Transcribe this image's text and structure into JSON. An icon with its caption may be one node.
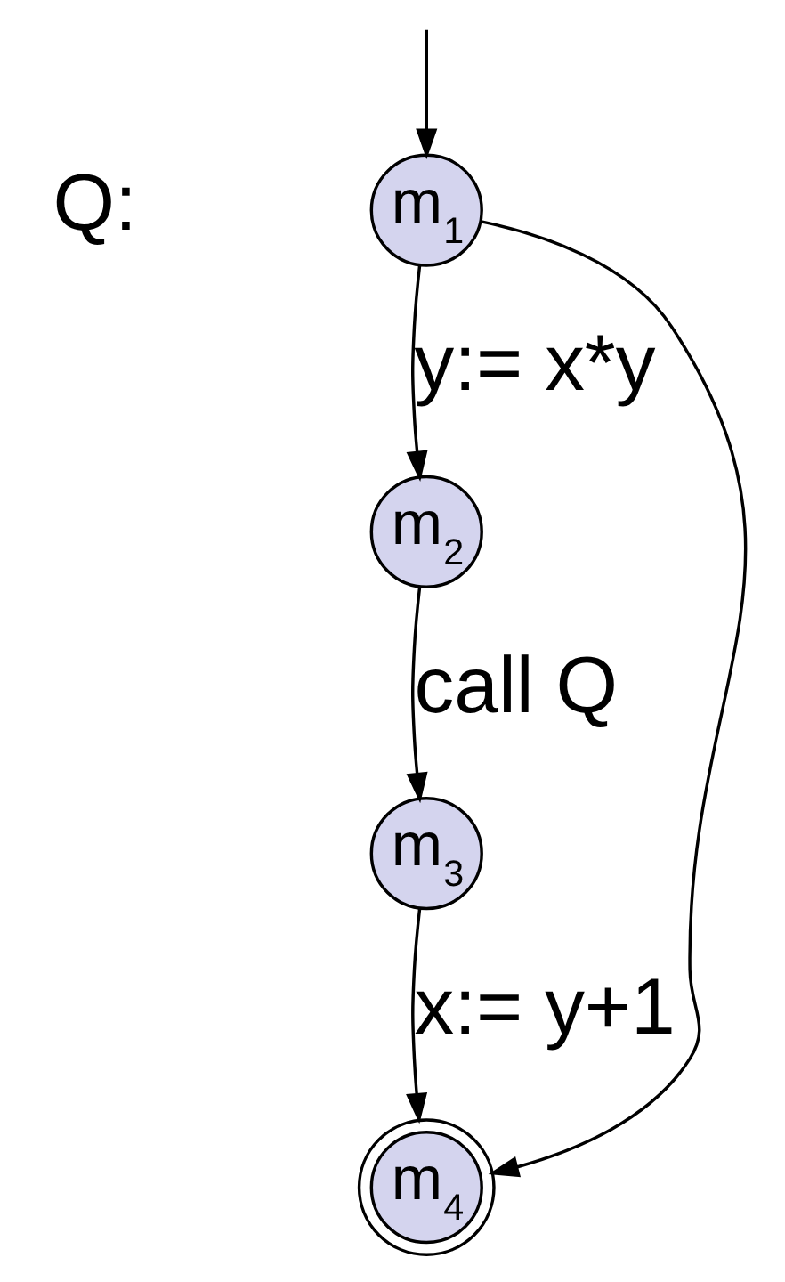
{
  "diagram": {
    "nodes": [
      {
        "text": [
          "m$_{1}$"
        ]
      },
      {
        "text": [
          "m$_{2}$"
        ]
      },
      {
        "text": [
          "m$_{3}$"
        ]
      },
      {
        "text": [
          "m$_{4}$"
        ]
      }
    ],
    "edges": [
      {
        "from": null,
        "to": 0,
        "arrow": "to"
      },
      {
        "from": 0,
        "to": 1,
        "arrow": "to",
        "label": "y:= x*y"
      },
      {
        "from": 1,
        "to": 2,
        "arrow": "to",
        "label": "call Q"
      },
      {
        "from": 2,
        "to": 3,
        "arrow": "to",
        "label": "x:= y+1"
      },
      {
        "from": 0,
        "to": 3,
        "arrow": "to"
      }
    ],
    "labels": [
      "Q:"
    ]
  }
}
